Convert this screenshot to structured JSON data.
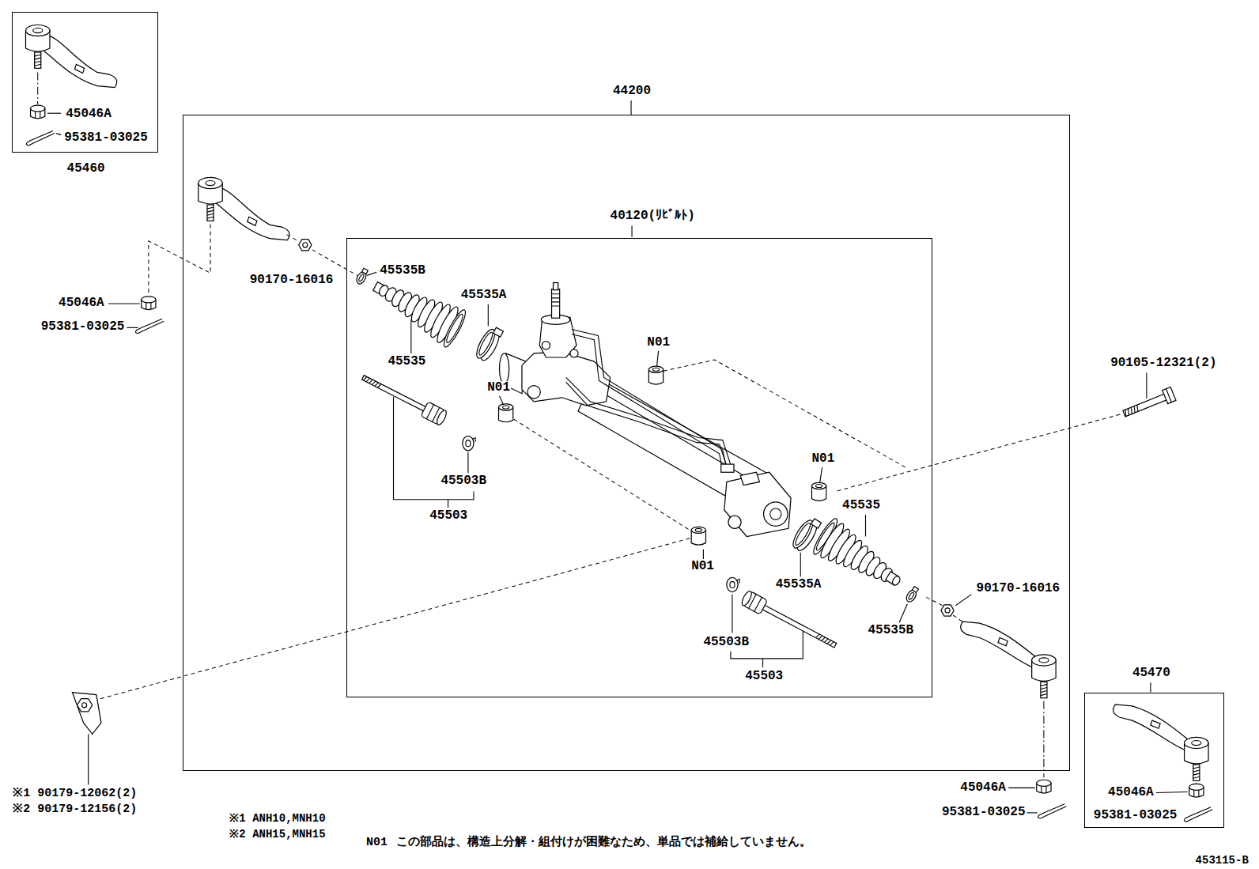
{
  "diagram": {
    "nodes": [
      {
        "text": [
          "45046A",
          "95381-03025",
          "45460"
        ]
      },
      {
        "text": [
          "44200"
        ]
      },
      {
        "text": [
          "40120(ﾘﾋﾞﾙﾄ)"
        ],
        "in": 1
      },
      {
        "text": [
          "45470",
          "45046A",
          "95381-03025"
        ]
      }
    ],
    "labels": [
      "90170-16016",
      "45535B",
      "45046A",
      "45535A",
      "95381-03025",
      "N01",
      "45535",
      "90105-12321(2)",
      "N01",
      "N01",
      "45503B",
      "45535",
      "45503",
      "N01",
      "45535A",
      "90170-16016",
      "45535B",
      "45503B",
      "45503",
      "※1 90179-12062(2)",
      "45046A",
      "※2 90179-12156(2)",
      "95381-03025",
      "※1 ANH10,MNH10",
      "※2 ANH15,MNH15",
      "N01",
      "この部品は、構造上分解・組付けが困難なため、単品では補給していません。",
      "453115-B"
    ]
  }
}
